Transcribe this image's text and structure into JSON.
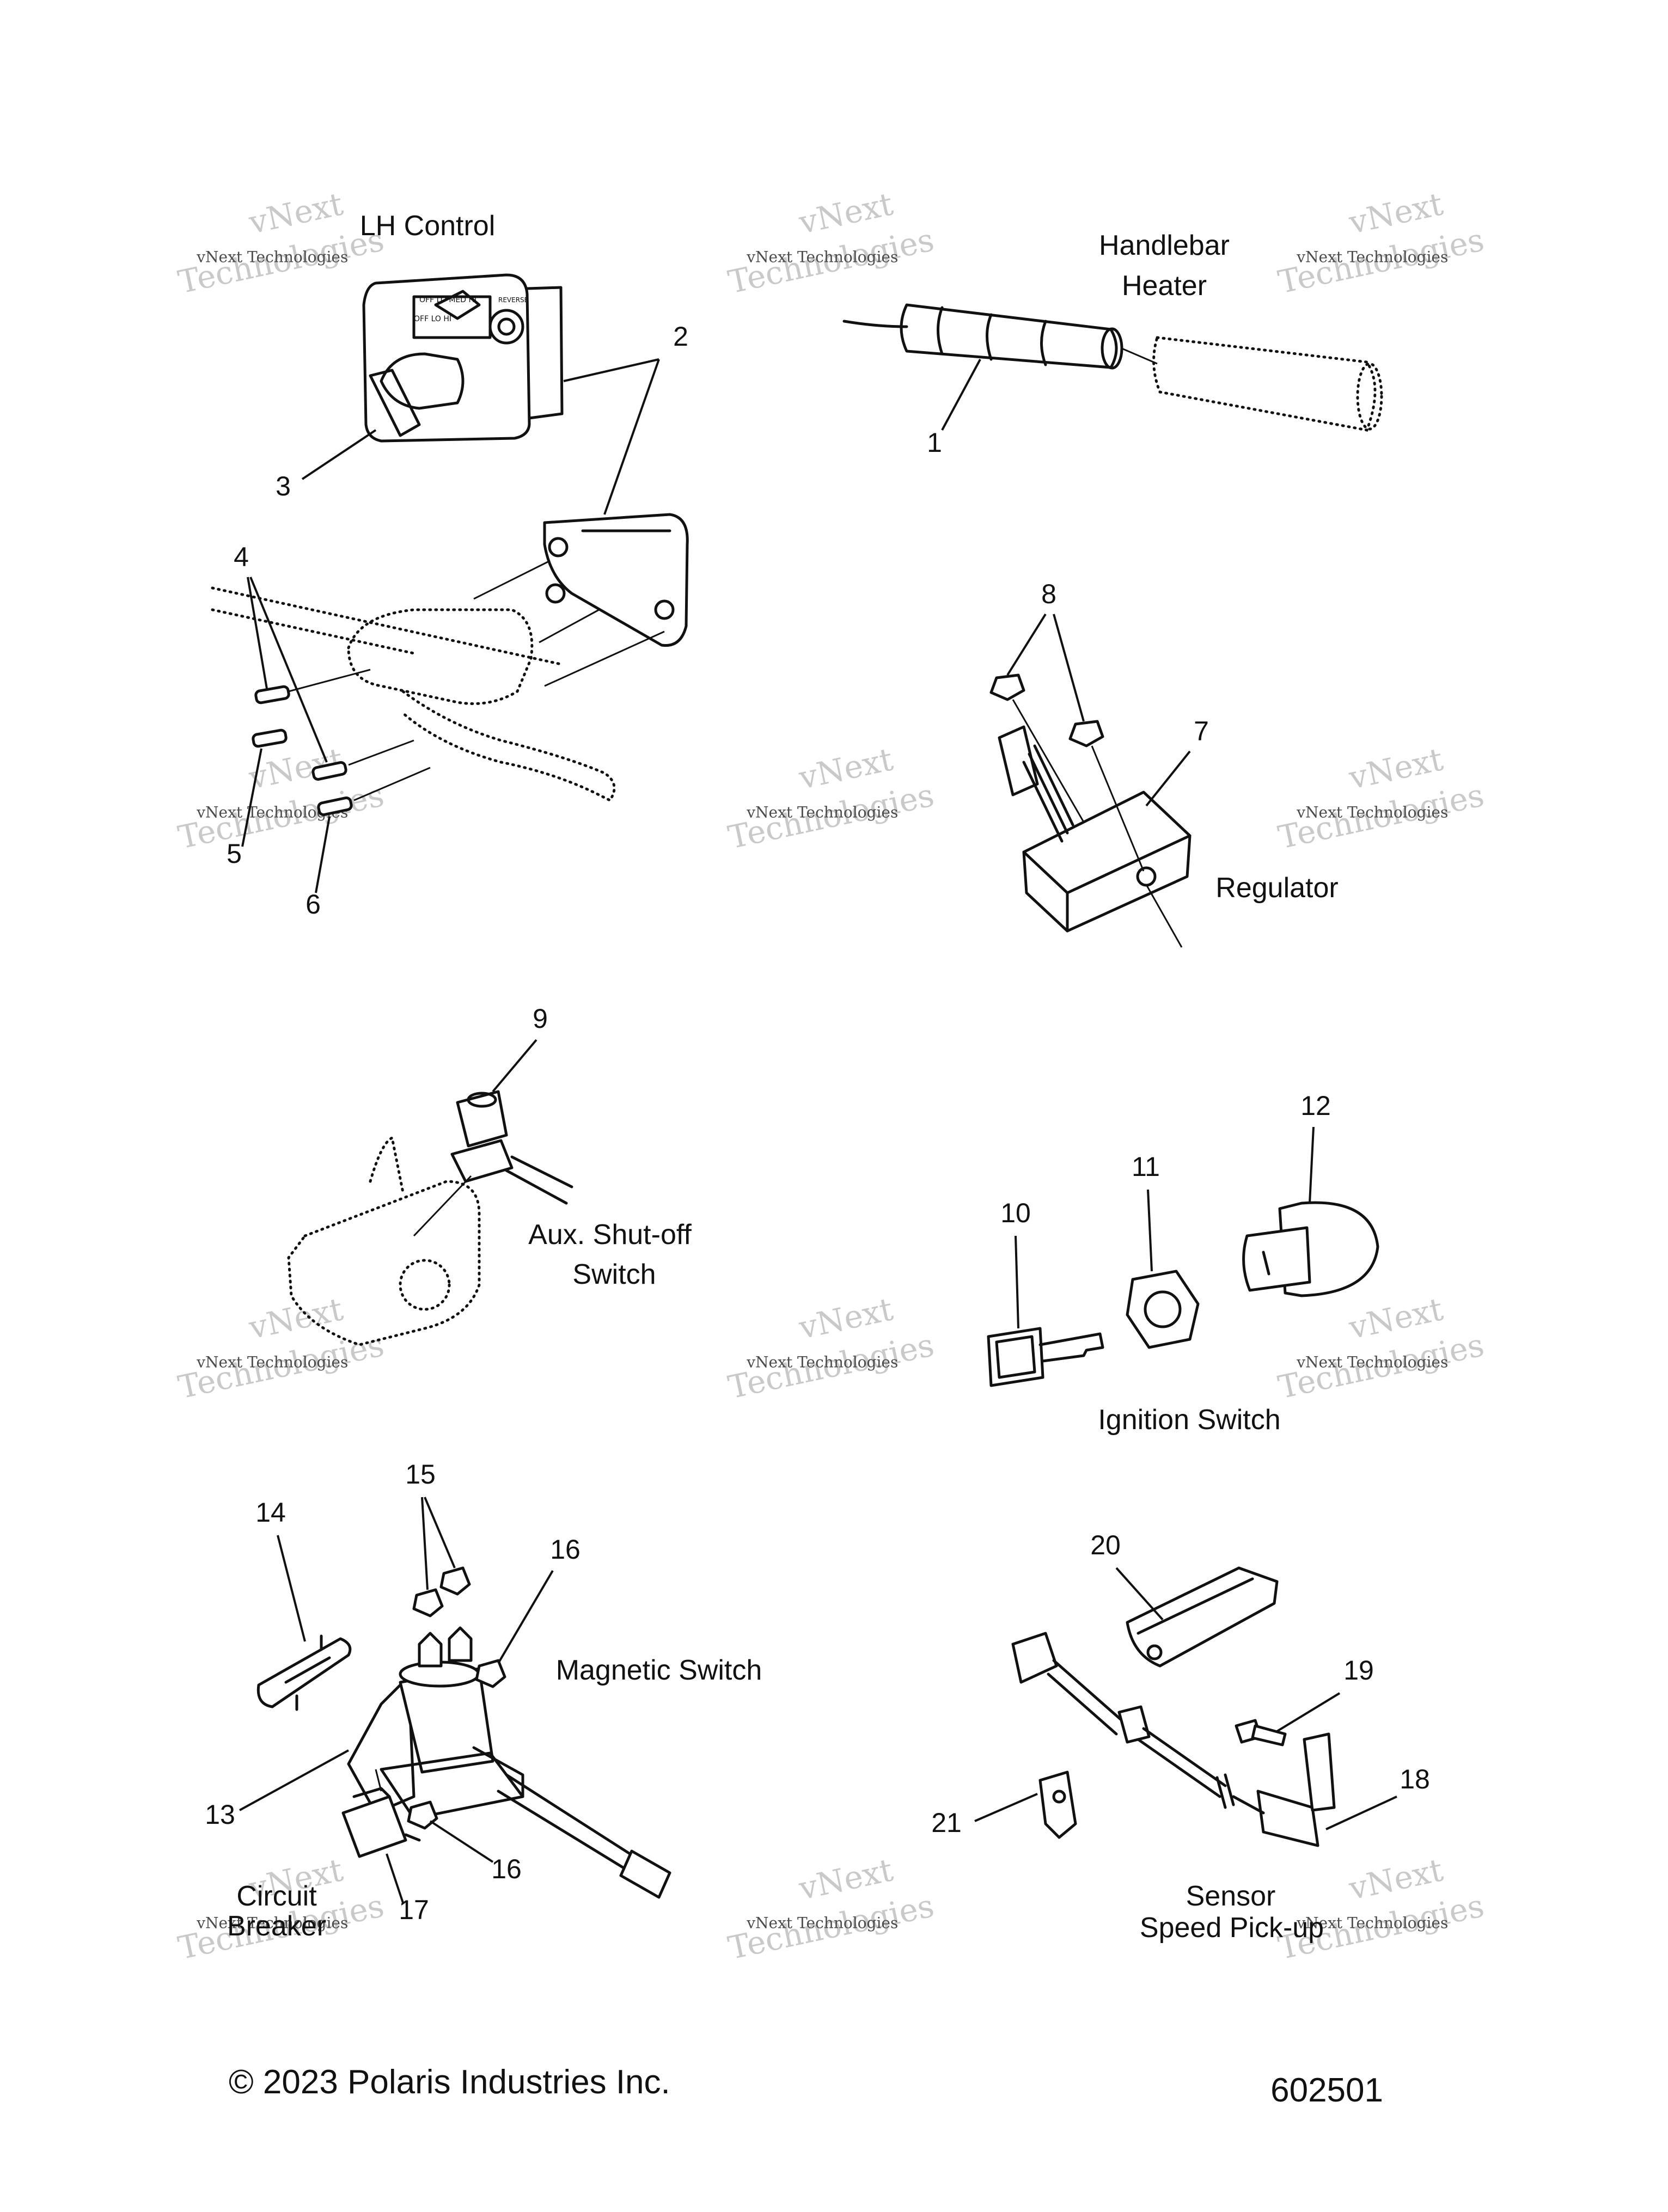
{
  "watermark": {
    "brand": "vNext",
    "brand_word": "Technologies",
    "small": "vNext Technologies"
  },
  "sections": {
    "lh_control": "LH Control",
    "handlebar_heater": [
      "Handlebar",
      "Heater"
    ],
    "regulator": "Regulator",
    "aux_shutoff": [
      "Aux. Shut-off",
      "Switch"
    ],
    "ignition_switch": "Ignition Switch",
    "magnetic_switch": "Magnetic Switch",
    "circuit_breaker": [
      "Circuit",
      "Breaker"
    ],
    "sensor": [
      "Sensor",
      "Speed Pick-up"
    ]
  },
  "callouts": {
    "c1": "1",
    "c2": "2",
    "c3": "3",
    "c4": "4",
    "c5": "5",
    "c6": "6",
    "c7": "7",
    "c8": "8",
    "c9": "9",
    "c10": "10",
    "c11": "11",
    "c12": "12",
    "c13": "13",
    "c14": "14",
    "c15": "15",
    "c16a": "16",
    "c16b": "16",
    "c17": "17",
    "c18": "18",
    "c19": "19",
    "c20": "20",
    "c21": "21"
  },
  "switch_text": {
    "top": "OFF LO MED HI",
    "bottom": "OFF LO HI",
    "side": "REVERSE"
  },
  "footer": {
    "copyright": "© 2023 Polaris Industries Inc.",
    "drawing_number": "602501"
  }
}
